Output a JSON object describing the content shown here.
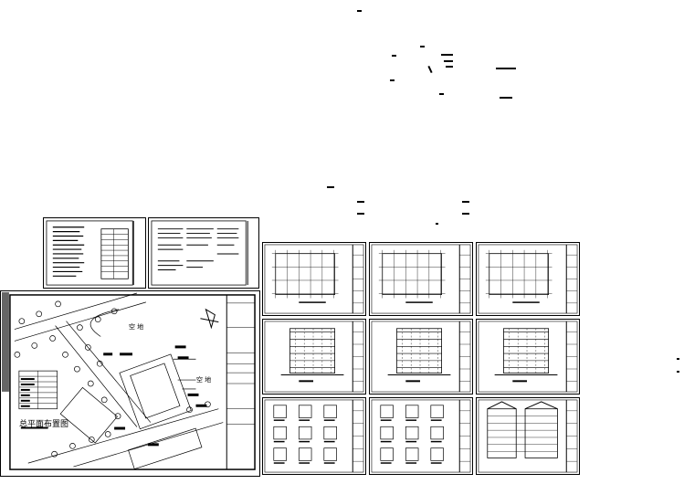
{
  "site_plan": {
    "title": "总平面布置图",
    "vacant_label_1": "空 地",
    "vacant_label_2": "空 地"
  },
  "colors": {
    "line": "#000000",
    "background": "#ffffff"
  }
}
